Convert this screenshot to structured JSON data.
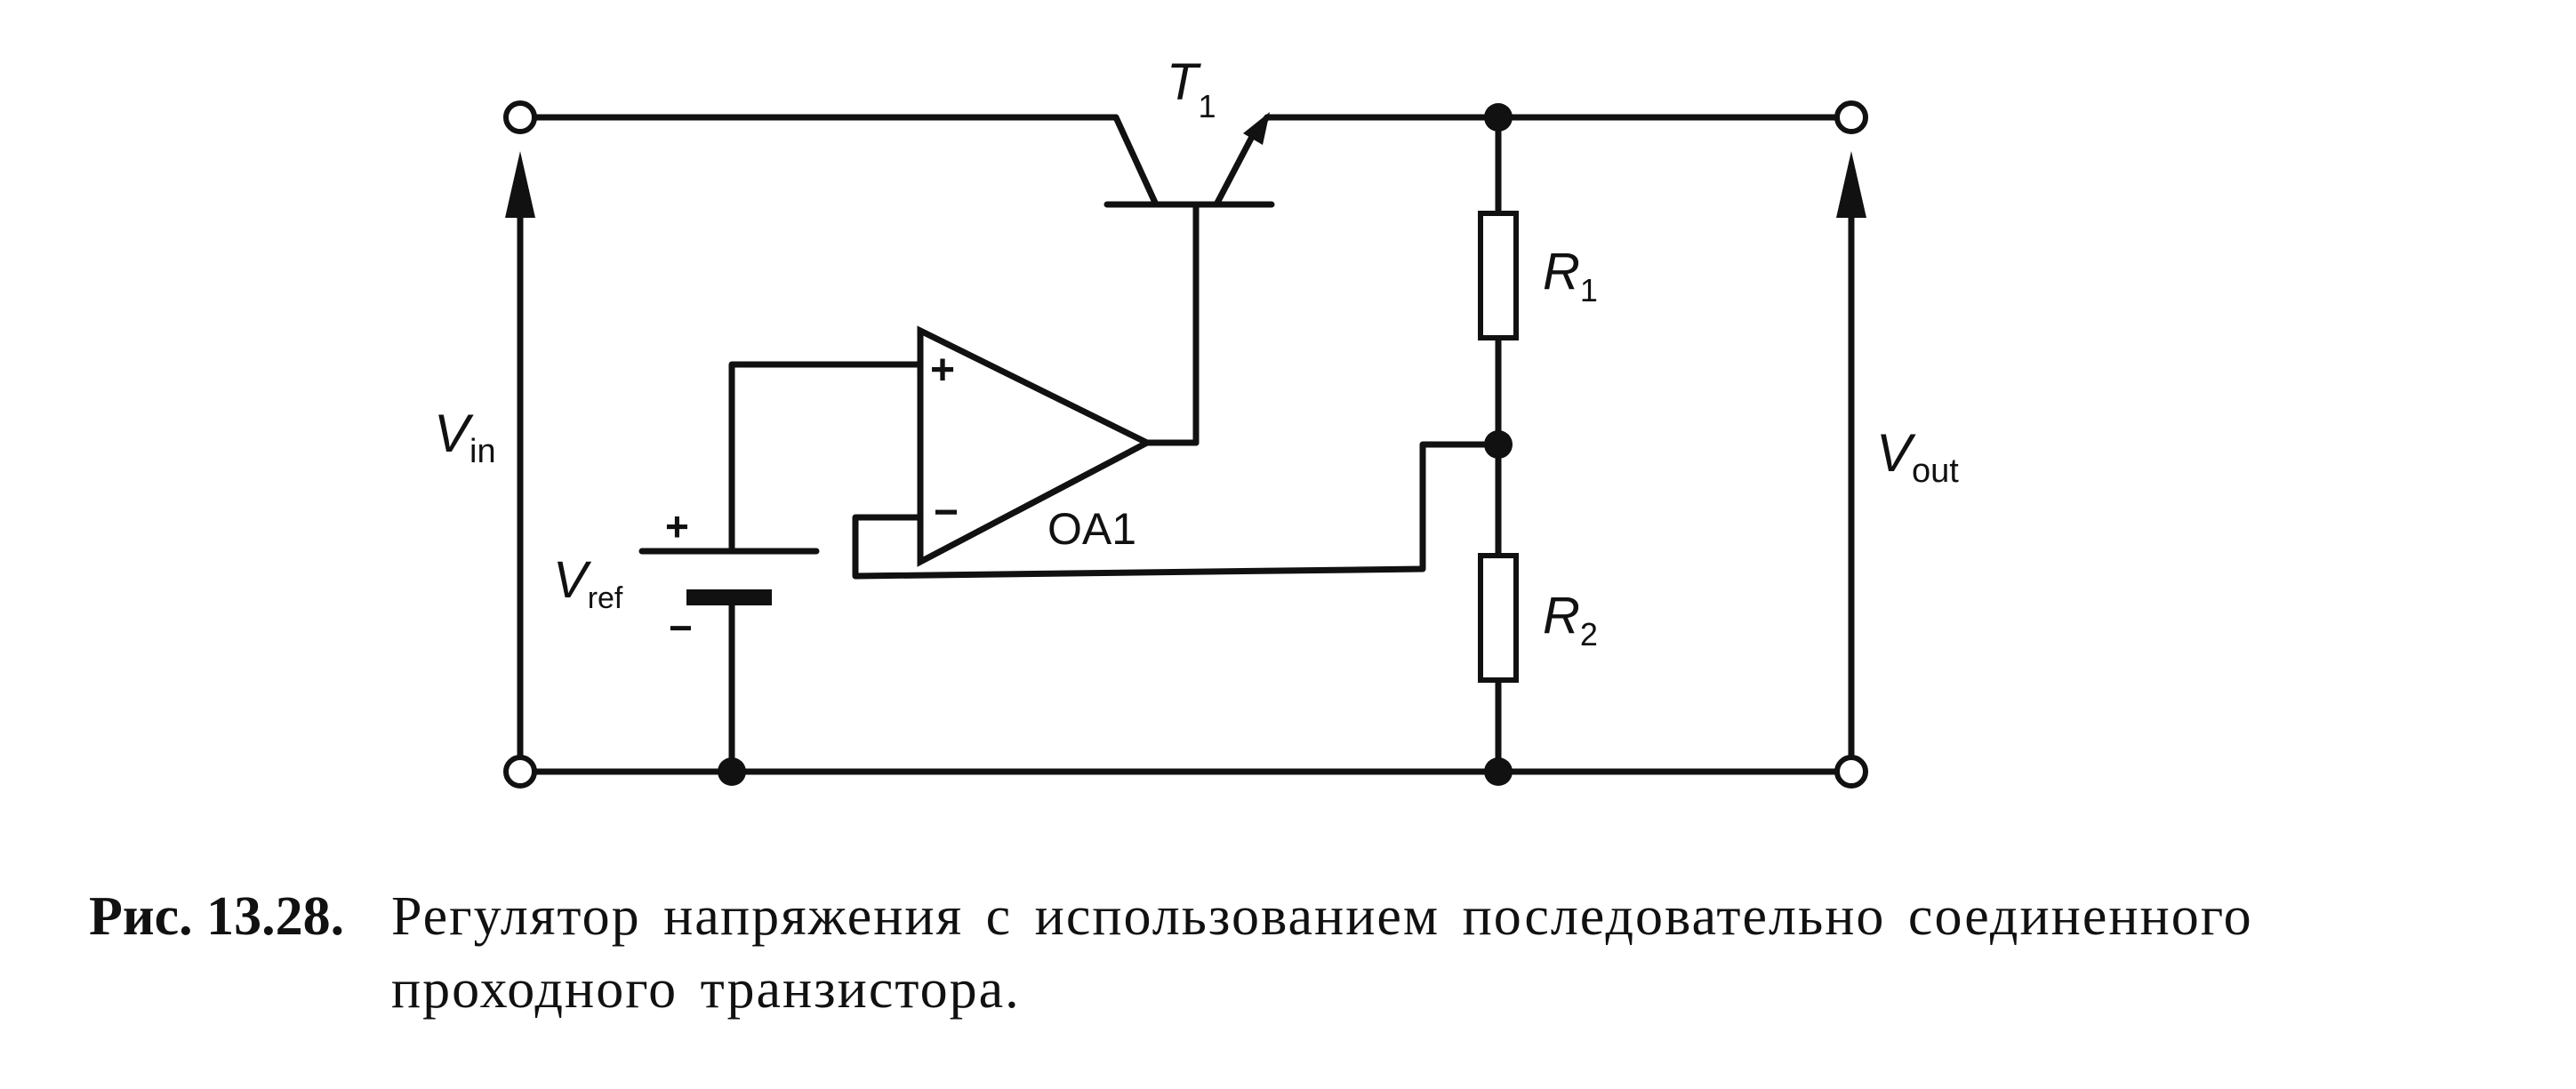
{
  "labels": {
    "transistor": {
      "main": "T",
      "sub": "1"
    },
    "opamp": "OA1",
    "opamp_plus": "+",
    "opamp_minus": "−",
    "r1": {
      "main": "R",
      "sub": "1"
    },
    "r2": {
      "main": "R",
      "sub": "2"
    },
    "vin": {
      "main": "V",
      "sub": "in"
    },
    "vout": {
      "main": "V",
      "sub": "out"
    },
    "vref": {
      "main": "V",
      "sub": "ref"
    },
    "battery_plus": "+",
    "battery_minus": "−"
  },
  "caption": {
    "number": "Рис. 13.28.",
    "text": "Регулятор напряжения с использованием последовательно соединенного проходного транзистора."
  }
}
